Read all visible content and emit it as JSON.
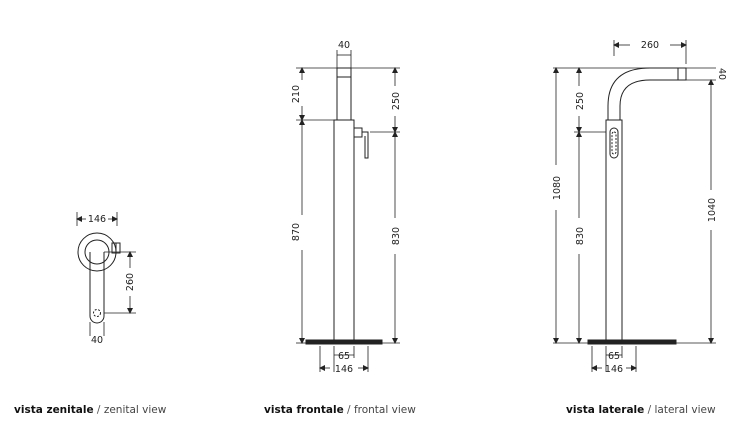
{
  "zenital": {
    "dims": {
      "width": "146",
      "length": "260",
      "spout": "40"
    },
    "caption_it": "vista zenitale",
    "caption_sep": " / ",
    "caption_en": "zenital view"
  },
  "frontal": {
    "dims": {
      "top_width": "40",
      "spout_height": "210",
      "upper": "250",
      "body_height": "870",
      "lower": "830",
      "base_inner": "65",
      "base_outer": "146"
    },
    "caption_it": "vista frontale",
    "caption_sep": " / ",
    "caption_en": "frontal view"
  },
  "lateral": {
    "dims": {
      "reach": "260",
      "spout_height": "40",
      "upper": "250",
      "total_height": "1080",
      "lower": "830",
      "outlet_height": "1040",
      "base_inner": "65",
      "base_outer": "146"
    },
    "caption_it": "vista laterale",
    "caption_sep": " / ",
    "caption_en": "lateral view"
  }
}
